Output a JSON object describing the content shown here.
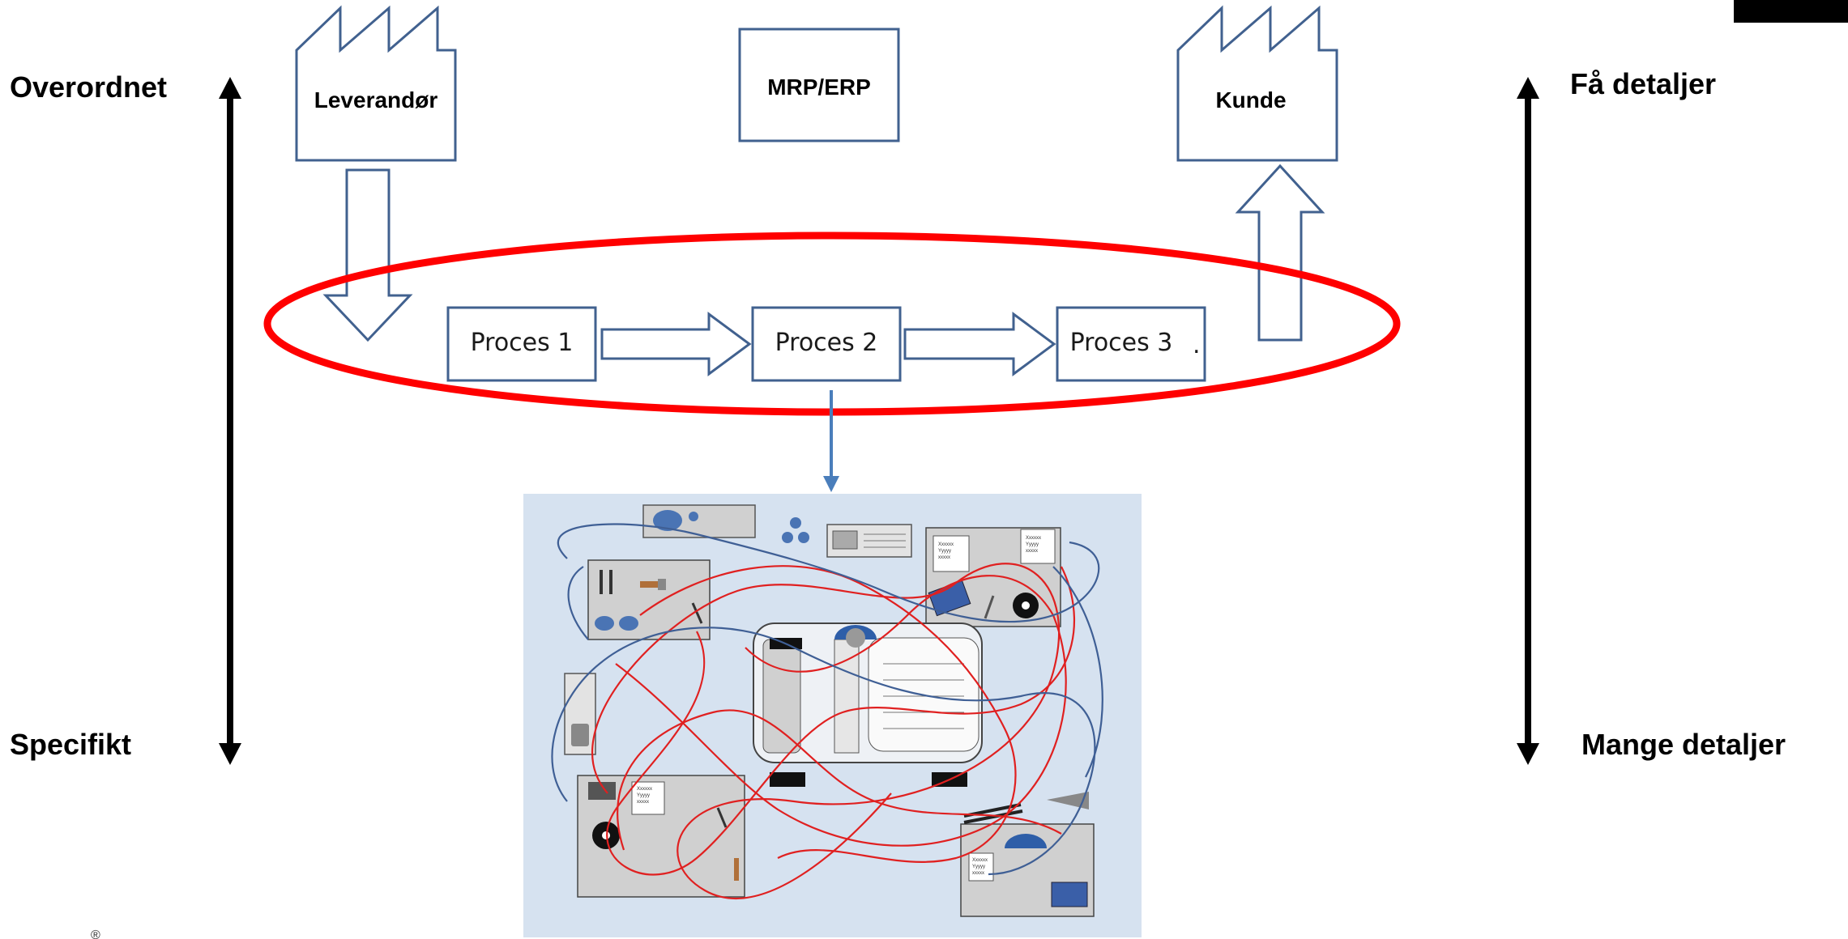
{
  "axis_left": {
    "top_label": "Overordnet",
    "bottom_label": "Specifikt"
  },
  "axis_right": {
    "top_label": "Få detaljer",
    "bottom_label": "Mange detaljer"
  },
  "entities": {
    "supplier": "Leverandør",
    "system": "MRP/ERP",
    "customer": "Kunde"
  },
  "processes": [
    "Proces 1",
    "Proces 2",
    "Proces 3"
  ],
  "proces3_suffix": ".",
  "doc_note_lines": [
    "Xxxxxx",
    "Yyyyy",
    "xxxxx"
  ],
  "registered_mark": "®",
  "colors": {
    "outline_blue": "#41618f",
    "ellipse_red": "#ff0000",
    "connector_blue": "#4a7ebb",
    "floor_bg": "#d6e2f0",
    "station_gray": "#d0d0d0",
    "spaghetti_red": "#e02020",
    "spaghetti_blue": "#3f5f95"
  }
}
